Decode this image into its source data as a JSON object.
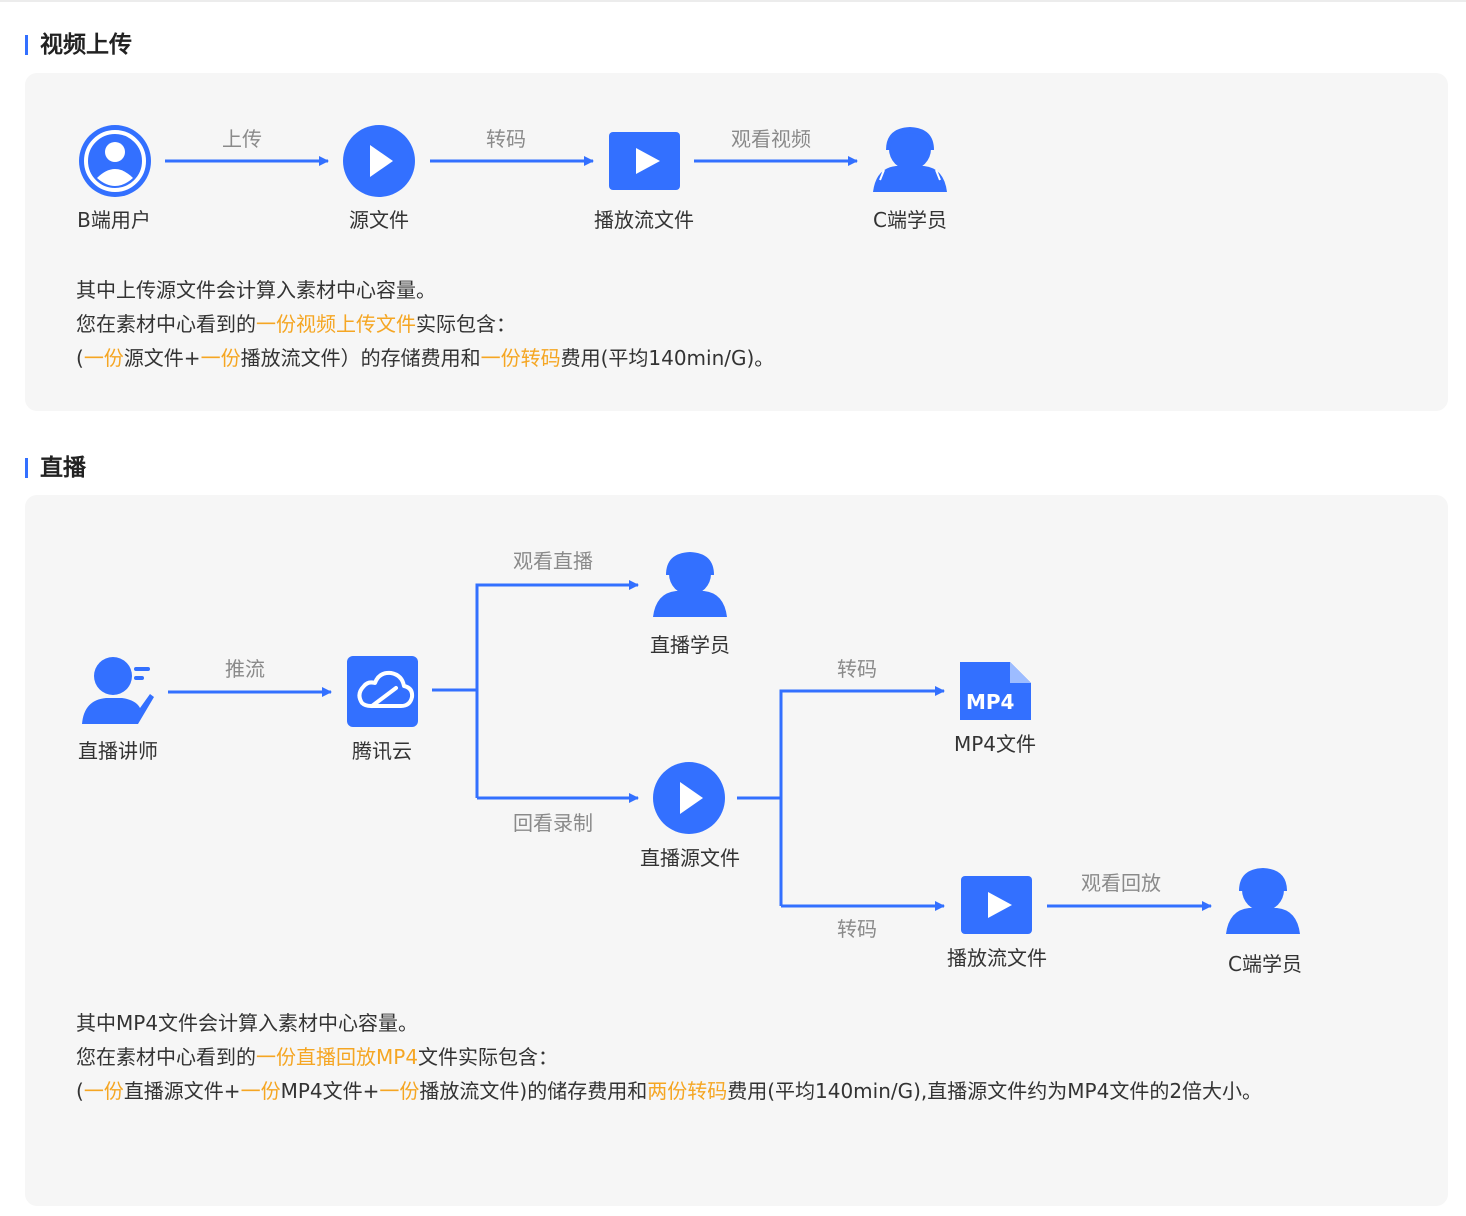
{
  "colors": {
    "accent": "#3370ff",
    "highlight": "#f5a623",
    "card_bg": "#f6f6f6",
    "label_gray": "#8a8a8a"
  },
  "section1": {
    "title": "视频上传",
    "nodes": {
      "b_user": {
        "label": "B端用户",
        "icon": "user-circle-icon"
      },
      "source": {
        "label": "源文件",
        "icon": "play-circle-icon"
      },
      "stream": {
        "label": "播放流文件",
        "icon": "play-square-icon"
      },
      "c_student": {
        "label": "C端学员",
        "icon": "student-icon"
      }
    },
    "arrows": {
      "upload": "上传",
      "transcode": "转码",
      "watch": "观看视频"
    },
    "desc": {
      "line1": "其中上传源文件会计算入素材中心容量。",
      "line2": {
        "a": "您在素材中心看到的",
        "b": "一份视频上传文件",
        "c": "实际包含："
      },
      "line3": {
        "a": "(",
        "b": "一份",
        "c": "源文件+",
        "d": "一份",
        "e": "播放流文件）的存储费用和",
        "f": "一份转码",
        "g": "费用(平均140min/G)。"
      }
    }
  },
  "section2": {
    "title": "直播",
    "nodes": {
      "lecturer": {
        "label": "直播讲师",
        "icon": "lecturer-icon"
      },
      "tencent": {
        "label": "腾讯云",
        "icon": "cloud-icon"
      },
      "live_student": {
        "label": "直播学员",
        "icon": "student-icon"
      },
      "live_source": {
        "label": "直播源文件",
        "icon": "play-circle-icon"
      },
      "mp4": {
        "label": "MP4文件",
        "icon": "mp4-file-icon",
        "badge": "MP4"
      },
      "stream": {
        "label": "播放流文件",
        "icon": "play-square-icon"
      },
      "c_student": {
        "label": "C端学员",
        "icon": "student-icon"
      }
    },
    "arrows": {
      "push": "推流",
      "watch_live": "观看直播",
      "replay_record": "回看录制",
      "transcode_top": "转码",
      "transcode_bottom": "转码",
      "watch_replay": "观看回放"
    },
    "desc": {
      "line1": "其中MP4文件会计算入素材中心容量。",
      "line2": {
        "a": "您在素材中心看到的",
        "b": "一份直播回放MP4",
        "c": "文件实际包含："
      },
      "line3": {
        "a": "(",
        "b": "一份",
        "c": "直播源文件+",
        "d": "一份",
        "e": "MP4文件+",
        "f": "一份",
        "g": "播放流文件)的储存费用和",
        "h": "两份转码",
        "i": "费用(平均140min/G),直播源文件约为MP4文件的2倍大小。"
      }
    }
  }
}
